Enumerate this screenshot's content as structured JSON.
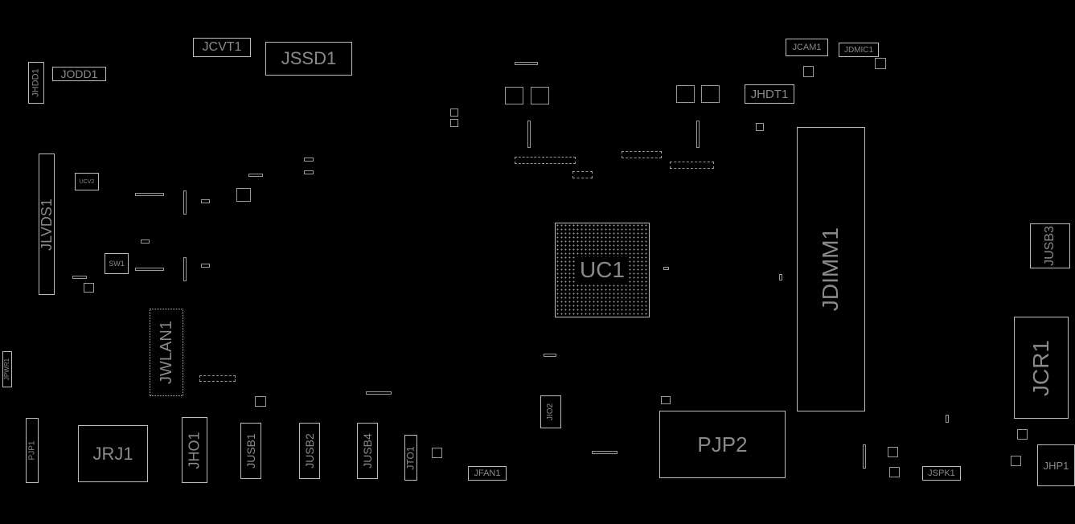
{
  "components": {
    "jcvt1": "JCVT1",
    "jssd1": "JSSD1",
    "jodd1": "JODD1",
    "jhdd1": "JHDD1",
    "jlvds1": "JLVDS1",
    "ucv2": "UCV2",
    "sw1": "SW1",
    "jwlan1": "JWLAN1",
    "jpwr1": "JPWR1",
    "pjp1": "PJP1",
    "jrj1": "JRJ1",
    "jho1": "JHO1",
    "jusb1": "JUSB1",
    "jusb2": "JUSB2",
    "jusb4": "JUSB4",
    "jto1": "JTO1",
    "jfan1": "JFAN1",
    "jio2": "JIO2",
    "uc1": "UC1",
    "pjp2": "PJP2",
    "jdimm1": "JDIMM1",
    "jusb3": "JUSB3",
    "jcr1": "JCR1",
    "jhp1": "JHP1",
    "jspk1": "JSPK1",
    "jcam1": "JCAM1",
    "jdmic1": "JDMIC1",
    "jhdt1": "JHDT1"
  },
  "colors": {
    "background": "#000000",
    "outline": "#bdbdbd",
    "label": "#8a8a8a"
  }
}
